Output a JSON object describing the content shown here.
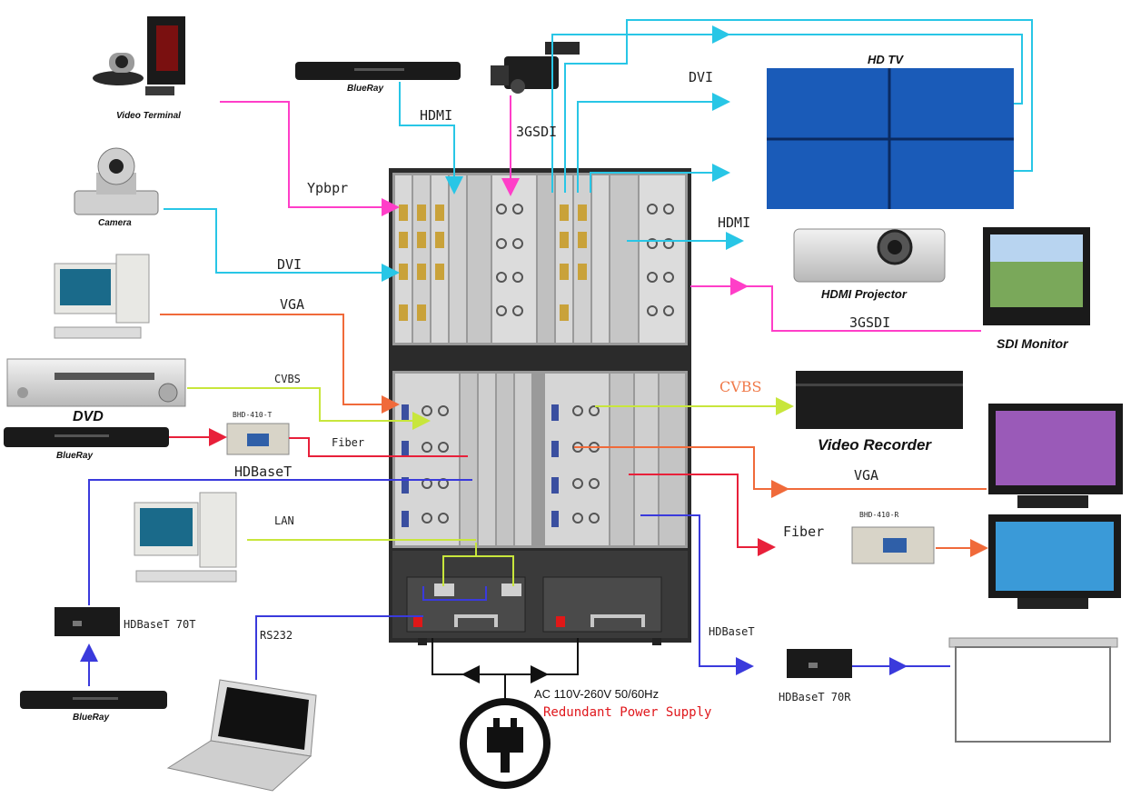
{
  "devices": {
    "video_terminal": "Video Terminal",
    "camera": "Camera",
    "dvd": "DVD",
    "blueray_top": "BlueRay",
    "blueray_left": "BlueRay",
    "blueray_bottom": "BlueRay",
    "hd_tv": "HD TV",
    "hdmi_projector": "HDMI Projector",
    "sdi_monitor": "SDI Monitor",
    "video_recorder": "Video Recorder",
    "hdbaset_70t": "HDBaseT 70T",
    "hdbaset_70r": "HDBaseT 70R",
    "fiber_tx": "BHD-410-T",
    "fiber_rx": "BHD-410-R"
  },
  "signals": {
    "ypbpr": "Ypbpr",
    "dvi_in": "DVI",
    "vga_in": "VGA",
    "cvbs_in": "CVBS",
    "fiber_in": "Fiber",
    "hdbaset_in": "HDBaseT",
    "lan": "LAN",
    "rs232": "RS232",
    "hdmi_in": "HDMI",
    "sdi_in": "3GSDI",
    "dvi_out": "DVI",
    "hdmi_out": "HDMI",
    "sdi_out": "3GSDI",
    "cvbs_out": "CVBS",
    "vga_out": "VGA",
    "fiber_out": "Fiber",
    "hdbaset_out": "HDBaseT"
  },
  "power": {
    "spec": "AC 110V-260V 50/60Hz",
    "note": "Redundant Power Supply"
  },
  "colors": {
    "ypbpr": "#ff3ec8",
    "dvi": "#28c6e6",
    "vga": "#f06a3a",
    "cvbs": "#c8e63c",
    "fiber": "#e8203a",
    "hdbaset": "#3a3adc",
    "lan": "#c8e63c",
    "hdtv": "#1a5bb8"
  }
}
